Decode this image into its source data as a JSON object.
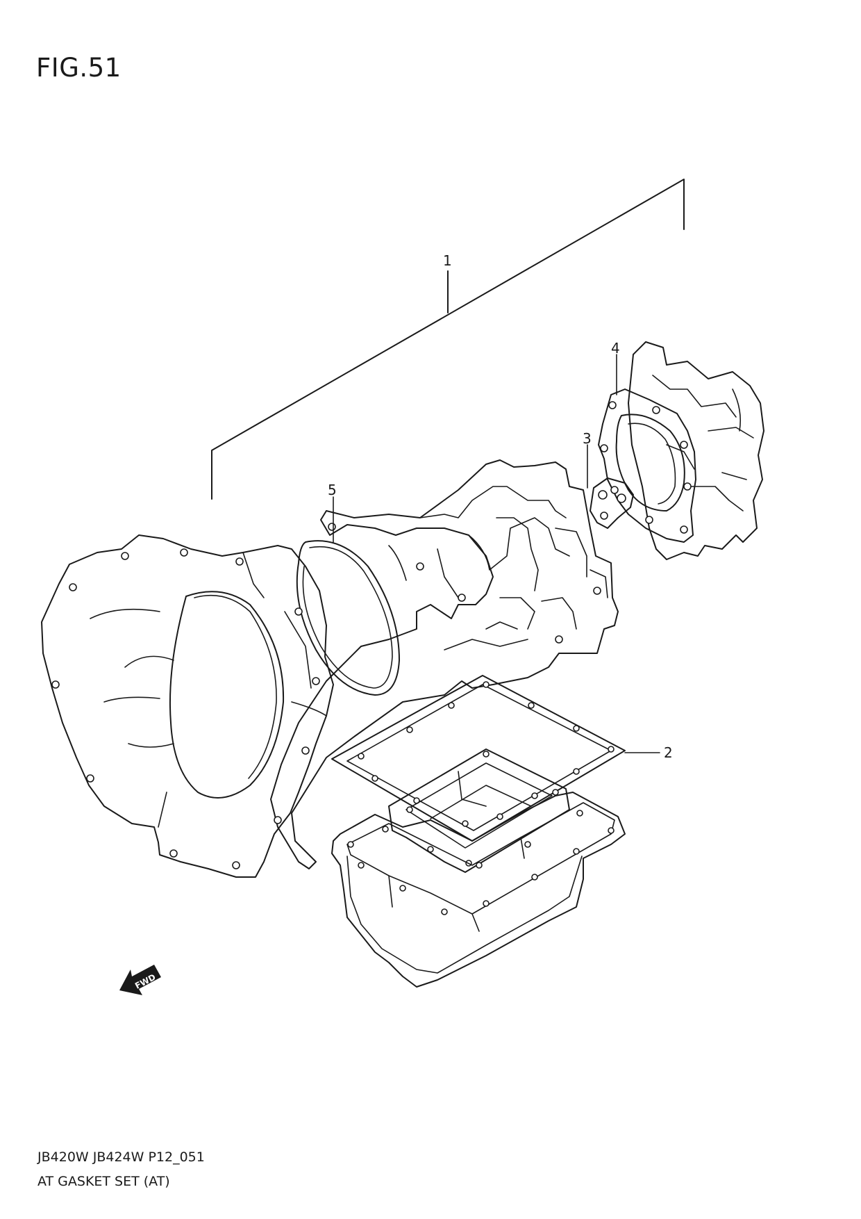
{
  "figure": {
    "title": "FIG.51"
  },
  "callouts": [
    {
      "id": "1",
      "label": "1"
    },
    {
      "id": "2",
      "label": "2"
    },
    {
      "id": "3",
      "label": "3"
    },
    {
      "id": "4",
      "label": "4"
    },
    {
      "id": "5",
      "label": "5"
    }
  ],
  "fwd_marker": {
    "label": "FWD"
  },
  "footer": {
    "code": "JB420W JB424W P12_051",
    "name": "AT GASKET SET (AT)"
  }
}
